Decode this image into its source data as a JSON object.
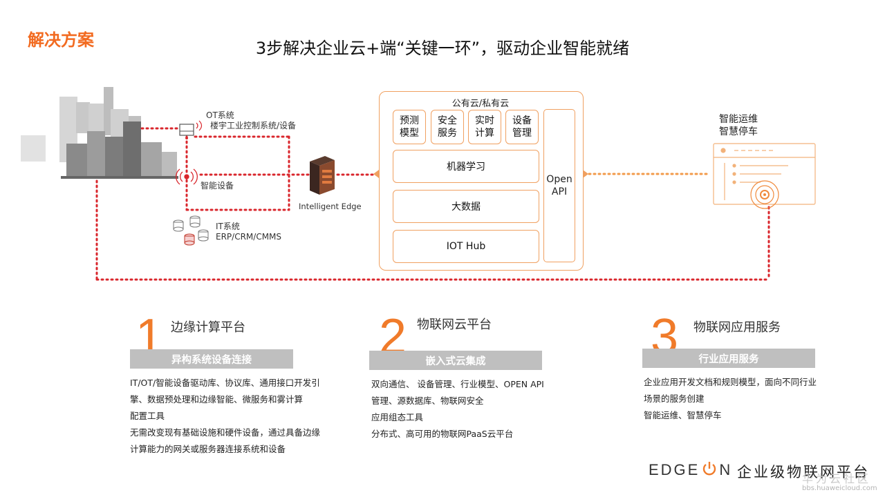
{
  "header": {
    "section_title": "解决方案",
    "headline": "3步解决企业云+端“关键一环”，驱动企业智能就绪"
  },
  "diagram": {
    "ot": {
      "title": "OT系统",
      "subtitle": "楼宇工业控制系统/设备"
    },
    "smart_device": "智能设备",
    "it": {
      "title": "IT系统",
      "subtitle": "ERP/CRM/CMMS"
    },
    "edge_label": "Intelligent Edge",
    "cloud": {
      "title": "公有云/私有云",
      "small_services": [
        "预测\n模型",
        "安全\n服务",
        "实时\n计算",
        "设备\n管理"
      ],
      "wide_services": [
        "机器学习",
        "大数据",
        "IOT Hub"
      ],
      "open_api": "Open\nAPI"
    },
    "apps": "智能运维\n智慧停车"
  },
  "pillars": [
    {
      "number": "1",
      "title": "边缘计算平台",
      "bar": "异构系统设备连接",
      "lines": [
        "IT/OT/智能设备驱动库、协议库、通用接口开发引",
        "擎、数据预处理和边缘智能、微服务和雾计算",
        "配置工具",
        "无需改变现有基础设施和硬件设备，通过具备边缘",
        "计算能力的网关或服务器连接系统和设备"
      ]
    },
    {
      "number": "2",
      "title": "物联网云平台",
      "bar": "嵌入式云集成",
      "lines": [
        "双向通信、 设备管理、行业模型、OPEN  API",
        "管理、源数据库、物联网安全",
        "应用组态工具",
        "分布式、高可用的物联网PaaS云平台"
      ]
    },
    {
      "number": "3",
      "title": "物联网应用服务",
      "bar": "行业应用服务",
      "lines": [
        "企业应用开发文档和规则模型，面向不同行业",
        "场景的服务创建",
        "智能运维、智慧停车"
      ]
    }
  ],
  "footer": {
    "brand_left": "EDGE",
    "brand_right": "N",
    "tagline": "企业级物联网平台",
    "watermark": "华为云社区",
    "watermark_url": "bbs.huaweicloud.com"
  },
  "colors": {
    "accent": "#f26b21",
    "dotted_red": "#d9262c",
    "dotted_orange": "#f29a4a",
    "bar_gray": "#bfbfbf"
  }
}
